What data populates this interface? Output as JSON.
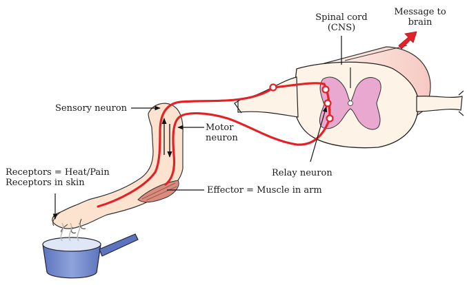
{
  "labels": {
    "spinal_cord": "Spinal cord",
    "cns": "(CNS)",
    "message_line1": "Message to",
    "message_line2": "brain",
    "sensory_neuron": "Sensory neuron",
    "motor_line1": "Motor",
    "motor_line2": "neuron",
    "receptors_line1": "Receptors = Heat/Pain",
    "receptors_line2": "Receptors in skin",
    "relay_neuron": "Relay neuron",
    "effector": "Effector = Muscle in arm"
  },
  "colors": {
    "neuron": "#e32228",
    "skin": "#fbe3cf",
    "grey_matter": "#e8a8d0",
    "pot": "#6f86c8",
    "message_arrow": "#e32228"
  },
  "icons": [
    "hand-icon",
    "pot-icon",
    "steam-icon",
    "muscle-icon",
    "spinal-cord-icon",
    "message-arrow-icon"
  ]
}
